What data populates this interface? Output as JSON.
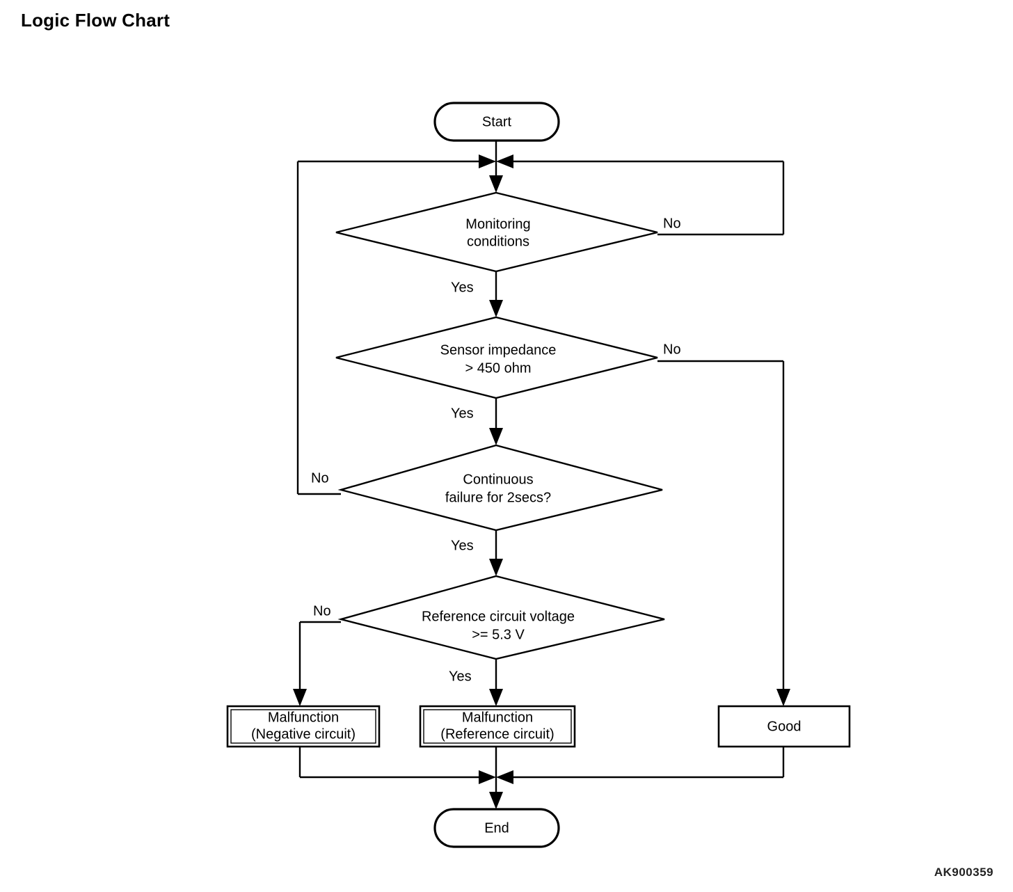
{
  "page": {
    "title": "Logic Flow Chart",
    "watermark": "AK900359",
    "background_color": "#ffffff",
    "line_color": "#000000"
  },
  "chart_data": {
    "type": "diagram",
    "diagram_kind": "flowchart",
    "title": "Logic Flow Chart",
    "nodes": [
      {
        "id": "start",
        "shape": "terminator",
        "label": "Start"
      },
      {
        "id": "monitoring",
        "shape": "decision",
        "label": "Monitoring conditions",
        "line1": "Monitoring",
        "line2": "conditions"
      },
      {
        "id": "impedance",
        "shape": "decision",
        "label": "Sensor impedance > 450 ohm",
        "line1": "Sensor impedance",
        "line2": "> 450 ohm"
      },
      {
        "id": "continuous",
        "shape": "decision",
        "label": "Continuous failure for 2secs?",
        "line1": "Continuous",
        "line2": "failure for 2secs?"
      },
      {
        "id": "reference",
        "shape": "decision",
        "label": "Reference circuit voltage >= 5.3 V",
        "line1": "Reference circuit voltage",
        "line2": ">= 5.3 V"
      },
      {
        "id": "malf_negative",
        "shape": "process",
        "label": "Malfunction (Negative circuit)",
        "line1": "Malfunction",
        "line2": "(Negative circuit)"
      },
      {
        "id": "malf_reference",
        "shape": "process",
        "label": "Malfunction (Reference circuit)",
        "line1": "Malfunction",
        "line2": "(Reference circuit)"
      },
      {
        "id": "good",
        "shape": "process",
        "label": "Good"
      },
      {
        "id": "end",
        "shape": "terminator",
        "label": "End"
      }
    ],
    "edges": [
      {
        "from": "start",
        "to": "monitoring",
        "label": ""
      },
      {
        "from": "monitoring",
        "to": "impedance",
        "label": "Yes"
      },
      {
        "from": "monitoring",
        "to": "start_junction",
        "label": "No"
      },
      {
        "from": "impedance",
        "to": "continuous",
        "label": "Yes"
      },
      {
        "from": "impedance",
        "to": "good",
        "label": "No"
      },
      {
        "from": "continuous",
        "to": "reference",
        "label": "Yes"
      },
      {
        "from": "continuous",
        "to": "start_junction",
        "label": "No"
      },
      {
        "from": "reference",
        "to": "malf_reference",
        "label": "Yes"
      },
      {
        "from": "reference",
        "to": "malf_negative",
        "label": "No"
      },
      {
        "from": "malf_negative",
        "to": "end",
        "label": ""
      },
      {
        "from": "malf_reference",
        "to": "end",
        "label": ""
      },
      {
        "from": "good",
        "to": "end",
        "label": ""
      }
    ],
    "branch_labels": {
      "monitoring_no": "No",
      "monitoring_yes": "Yes",
      "impedance_no": "No",
      "impedance_yes": "Yes",
      "continuous_no": "No",
      "continuous_yes": "Yes",
      "reference_no": "No",
      "reference_yes": "Yes"
    }
  },
  "labels": {
    "start": "Start",
    "end": "End",
    "monitoring_l1": "Monitoring",
    "monitoring_l2": "conditions",
    "impedance_l1": "Sensor impedance",
    "impedance_l2": "> 450 ohm",
    "continuous_l1": "Continuous",
    "continuous_l2": "failure for 2secs?",
    "reference_l1": "Reference circuit voltage",
    "reference_l2": ">= 5.3 V",
    "malf_neg_l1": "Malfunction",
    "malf_neg_l2": "(Negative circuit)",
    "malf_ref_l1": "Malfunction",
    "malf_ref_l2": "(Reference circuit)",
    "good": "Good",
    "yes": "Yes",
    "no": "No"
  }
}
